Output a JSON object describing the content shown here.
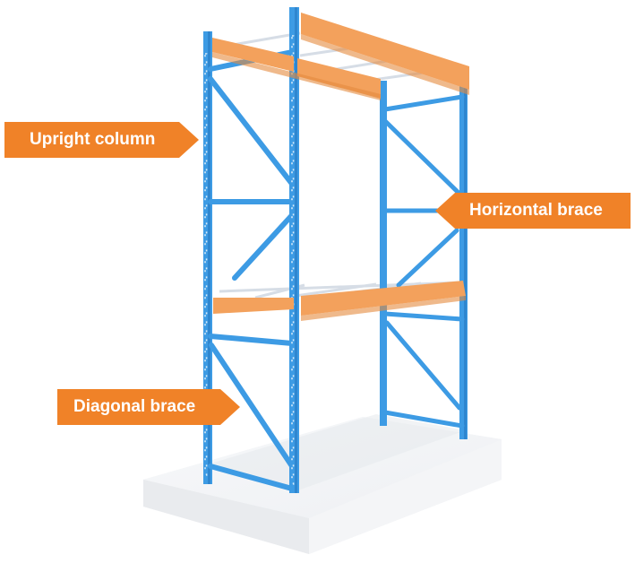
{
  "diagram": {
    "subject": "Pallet rack upright frame with beams",
    "colors": {
      "frame_blue": "#3d9be4",
      "frame_blue_dark": "#2f86cf",
      "beam_orange": "#f3a15c",
      "beam_orange_dark": "#e58a3d",
      "label_orange": "#f08228",
      "wire_deck": "#d6dde6",
      "base_platform": "#f2f4f6",
      "base_shadow": "#e4e7ea"
    }
  },
  "labels": {
    "upright_column": "Upright column",
    "horizontal_brace": "Horizontal brace",
    "diagonal_brace": "Diagonal brace"
  }
}
